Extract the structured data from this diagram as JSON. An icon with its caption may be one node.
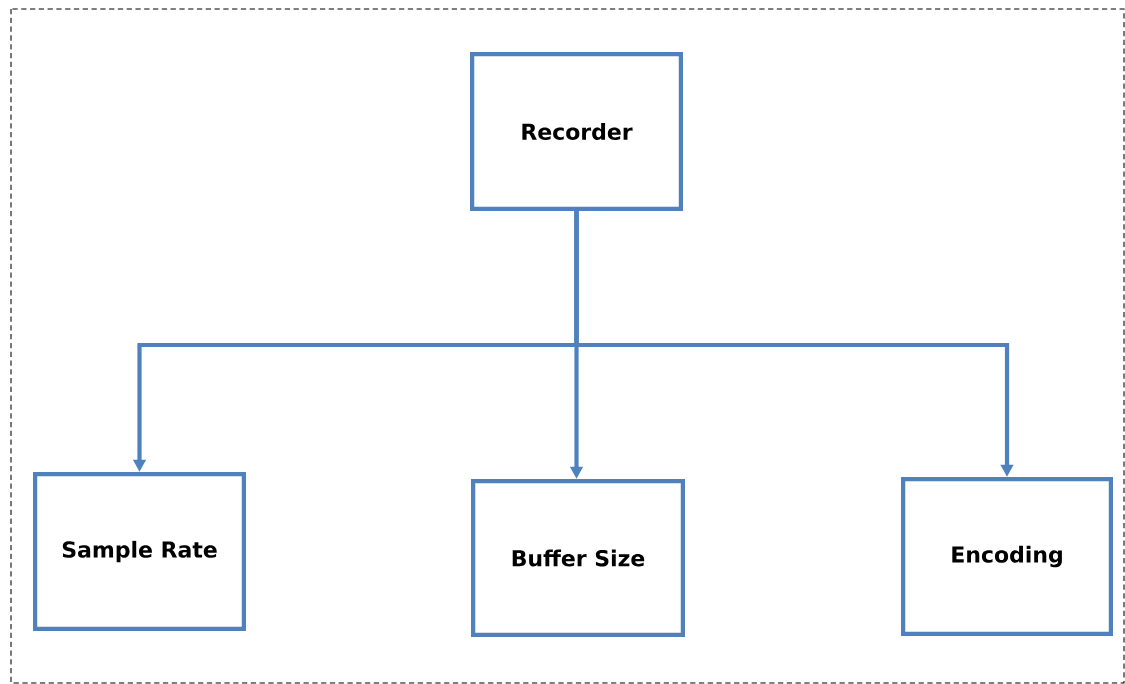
{
  "diagram": {
    "nodes": [
      {
        "text": [
          "Recorder"
        ]
      },
      {
        "text": [
          "Sample Rate"
        ]
      },
      {
        "text": [
          "Buffer Size"
        ]
      },
      {
        "text": [
          "Encoding"
        ]
      }
    ],
    "edges": [
      {
        "from": 0,
        "to": 1,
        "arrow": "to"
      },
      {
        "from": 0,
        "to": 2,
        "arrow": "to"
      },
      {
        "from": 0,
        "to": 3,
        "arrow": "to"
      }
    ]
  }
}
